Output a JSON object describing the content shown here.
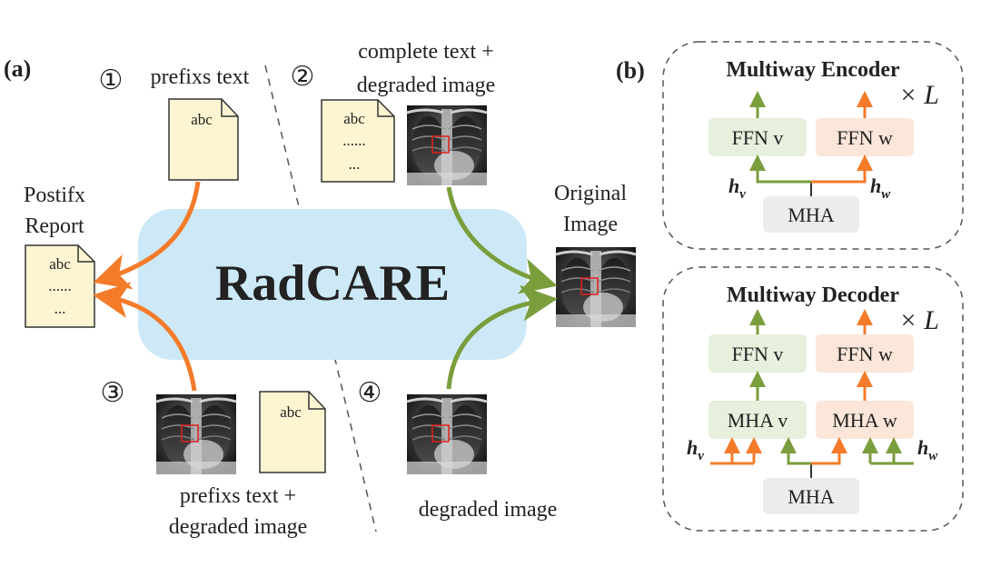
{
  "panel_a": {
    "label": "(a)",
    "center_title": "RadCARE",
    "step1": {
      "number": "①",
      "caption": "prefixs text",
      "doc_text": "abc"
    },
    "step2": {
      "number": "②",
      "caption_line1": "complete text +",
      "caption_line2": "degraded image",
      "doc_lines": [
        "abc",
        "......",
        "..."
      ]
    },
    "step3": {
      "number": "③",
      "caption_line1": "prefixs text +",
      "caption_line2": "degraded image",
      "doc_text": "abc"
    },
    "step4": {
      "number": "④",
      "caption": "degraded image"
    },
    "postfix": {
      "label_line1": "Postifx",
      "label_line2": "Report",
      "doc_lines": [
        "abc",
        "......",
        "..."
      ]
    },
    "original": {
      "label_line1": "Original",
      "label_line2": "Image"
    }
  },
  "panel_b": {
    "label": "(b)",
    "encoder": {
      "title": "Multiway Encoder",
      "repeat": "× L",
      "ffn_v": "FFN v",
      "ffn_w": "FFN w",
      "mha": "MHA",
      "h_v": "h",
      "h_v_sub": "v",
      "h_w": "h",
      "h_w_sub": "w"
    },
    "decoder": {
      "title": "Multiway Decoder",
      "repeat": "× L",
      "ffn_v": "FFN v",
      "ffn_w": "FFN w",
      "mha_v": "MHA v",
      "mha_w": "MHA w",
      "mha": "MHA",
      "h_v": "h",
      "h_v_sub": "v",
      "h_w": "h",
      "h_w_sub": "w"
    }
  },
  "colors": {
    "orange": "#f47b2a",
    "green": "#7a9e3c",
    "center_fill": "#cde9f7",
    "doc_fill": "#fdf4d2",
    "green_box": "#e6f0dc",
    "orange_box": "#fbe6d9",
    "gray_box": "#ececec"
  }
}
